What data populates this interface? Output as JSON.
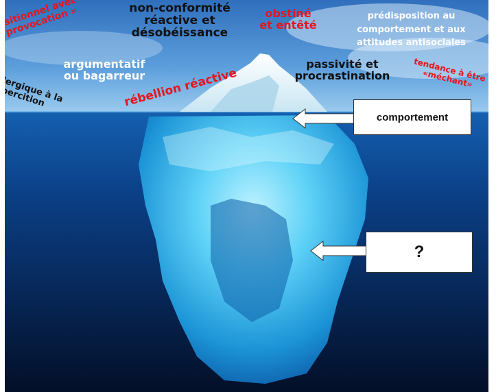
{
  "words": {
    "provocation_line1": "positionnel avec",
    "provocation_line2": "« provocation »",
    "nonconformite_line1": "non-conformité",
    "nonconformite_line2": "réactive et",
    "nonconformite_line3": "désobéissance",
    "obstine_line1": "obstiné",
    "obstine_line2": "et entêté",
    "predisposition_line1": "prédisposition au",
    "predisposition_line2": "comportement et aux",
    "predisposition_line3": "attitudes antisociales",
    "argumentatif_line1": "argumentatif",
    "argumentatif_line2": "ou bagarreur",
    "allergique_line1": "llergique à la",
    "allergique_line2": "coercition",
    "rebellion": "rébellion réactive",
    "passivite_line1": "passivité et",
    "passivite_line2": "procrastination",
    "mechant_line1": "tendance à être",
    "mechant_line2": "«méchant»"
  },
  "callouts": {
    "behavior": "comportement",
    "unknown": "?"
  },
  "colors": {
    "black_text": "#111111",
    "red_text": "#e8141c",
    "white_text": "#ffffff",
    "sky": "#4a8fd4",
    "deep_water": "#051634"
  }
}
